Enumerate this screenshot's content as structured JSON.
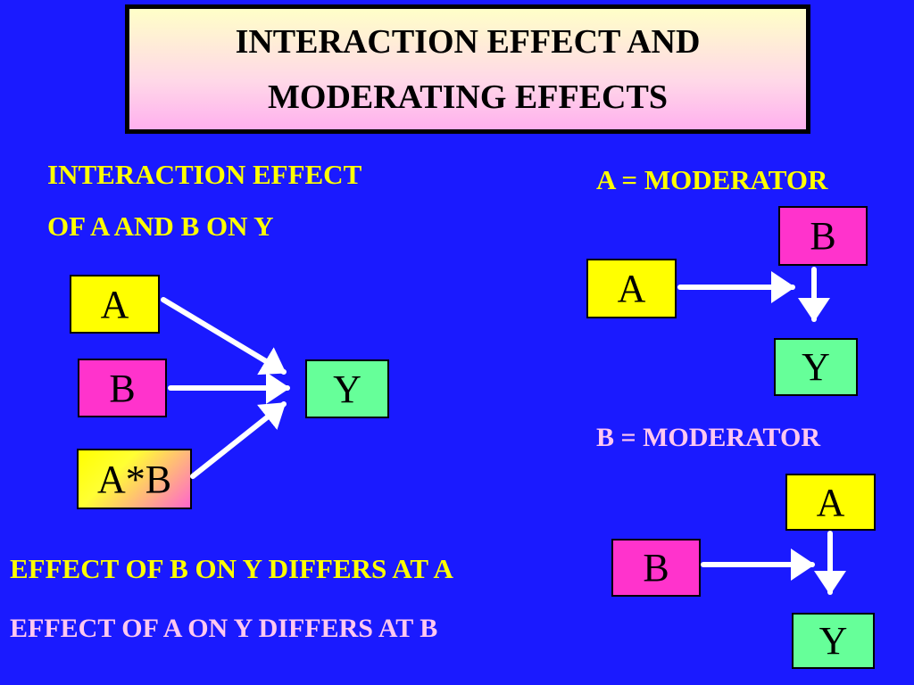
{
  "title": {
    "line1": "INTERACTION EFFECT AND",
    "line2": "MODERATING EFFECTS"
  },
  "left": {
    "heading_line1": "INTERACTION  EFFECT",
    "heading_line2": "OF  A  AND  B  ON Y",
    "nodes": {
      "a": "A",
      "b": "B",
      "ab": "A*B",
      "y": "Y"
    },
    "statement1": "EFFECT OF B ON Y DIFFERS AT A",
    "statement2": "EFFECT OF A ON Y DIFFERS AT B"
  },
  "right_top": {
    "label": "A = MODERATOR",
    "nodes": {
      "b": "B",
      "a": "A",
      "y": "Y"
    }
  },
  "right_bottom": {
    "label": "B = MODERATOR",
    "nodes": {
      "a": "A",
      "b": "B",
      "y": "Y"
    }
  },
  "colors": {
    "background": "#1a1aff",
    "yellow": "#ffff00",
    "pink": "#ff33cc",
    "green": "#66ff99",
    "arrow": "#ffffff"
  }
}
